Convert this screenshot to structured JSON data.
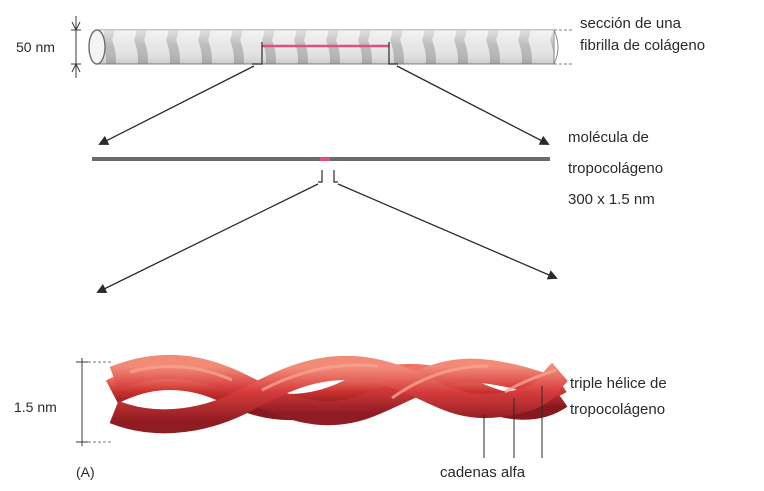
{
  "fibril": {
    "diameter_label": "50 nm",
    "caption_line1": "sección de una",
    "caption_line2": "fibrilla de colágeno"
  },
  "molecule": {
    "caption_line1": "molécula de",
    "caption_line2": "tropocolágeno",
    "caption_line3": "300 x 1.5 nm"
  },
  "helix": {
    "diameter_label": "1.5 nm",
    "caption_line1": "triple hélice de",
    "caption_line2": "tropocolágeno",
    "chains_label": "cadenas alfa",
    "panel_label": "(A)"
  },
  "colors": {
    "fibril_band_light": "#dcdcdc",
    "fibril_band_dark": "#b4b4b4",
    "highlight": "#e0507a",
    "molecule_line": "#6b6b6b",
    "helix_red": "#d23a3a",
    "helix_dark": "#9e1f25",
    "helix_light": "#f07a6a"
  }
}
